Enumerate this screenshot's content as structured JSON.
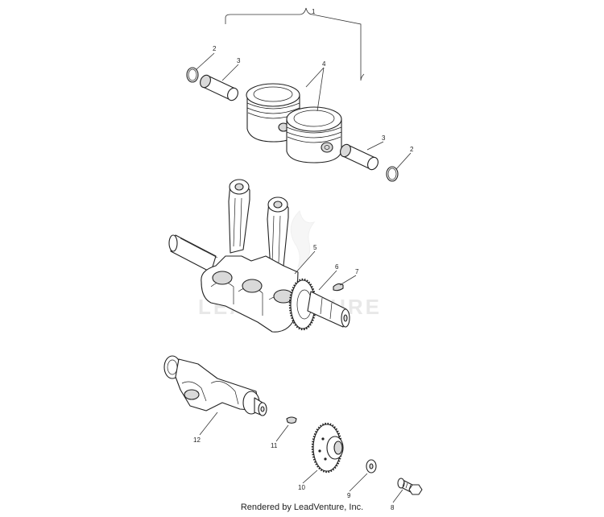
{
  "watermark": "LEADVENTURE",
  "footer_text": "Rendered by LeadVenture, Inc.",
  "callouts": [
    "1",
    "2",
    "3",
    "4",
    "2",
    "3",
    "5",
    "6",
    "7",
    "12",
    "11",
    "10",
    "9",
    "8"
  ]
}
